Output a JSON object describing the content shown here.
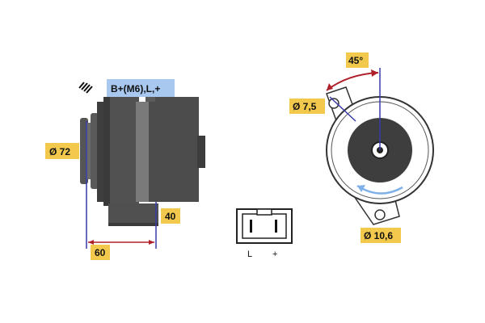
{
  "labels": {
    "terminals": "B+(M6),L,+",
    "pulley_diameter": "Ø 72",
    "depth_offset": "40",
    "length": "60",
    "angle": "45°",
    "upper_hole": "Ø 7,5",
    "lower_hole": "Ø 10,6",
    "connector_left": "L",
    "connector_right": "+"
  },
  "colors": {
    "label_bg": "#f2c94c",
    "terminal_bg": "#a8c8ef",
    "body_dark": "#4a4a4a",
    "body_mid": "#6e6e6e",
    "dimension_line": "#3a3aa8",
    "arc": "#b0202a",
    "rotation_arrow": "#7fb0e8"
  },
  "icons": {
    "ground_symbol": "ground-hatch-icon",
    "connector": "plug-connector-icon"
  }
}
